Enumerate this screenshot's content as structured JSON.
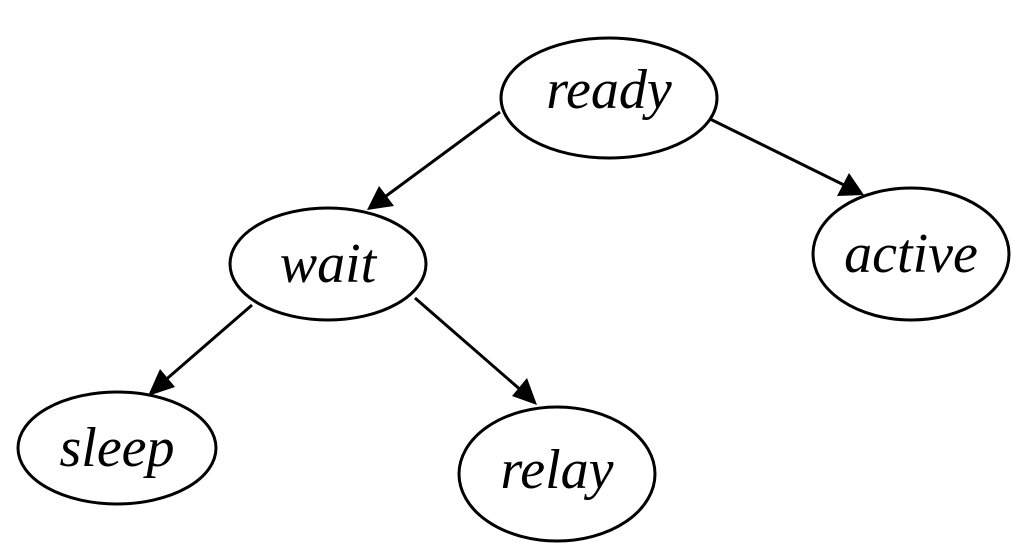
{
  "diagram": {
    "type": "tree",
    "nodes": {
      "ready": "ready",
      "wait": "wait",
      "active": "active",
      "sleep": "sleep",
      "relay": "relay"
    },
    "edges": [
      {
        "from": "ready",
        "to": "wait"
      },
      {
        "from": "ready",
        "to": "active"
      },
      {
        "from": "wait",
        "to": "sleep"
      },
      {
        "from": "wait",
        "to": "relay"
      }
    ]
  }
}
